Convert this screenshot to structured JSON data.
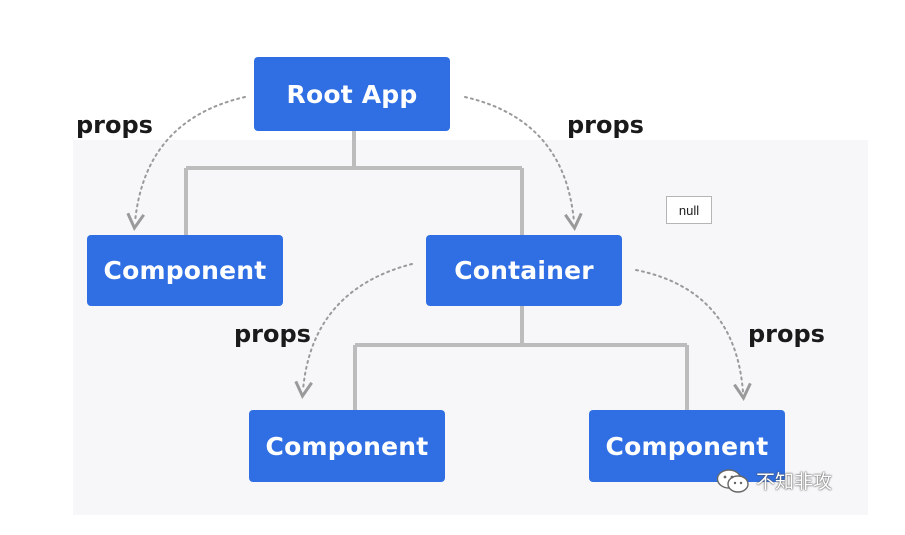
{
  "nodes": {
    "root": "Root App",
    "component_left": "Component",
    "container": "Container",
    "component_bottom_left": "Component",
    "component_bottom_right": "Component"
  },
  "edge_labels": {
    "root_left": "props",
    "root_right": "props",
    "container_left": "props",
    "container_right": "props"
  },
  "null_box": "null",
  "watermark": {
    "text": "不知非攻",
    "icon": "wechat-icon"
  },
  "colors": {
    "node_fill": "#2f6fe3",
    "node_text": "#ffffff",
    "connector": "#bcbcbc",
    "dotted_arrow": "#9a9a9a"
  }
}
